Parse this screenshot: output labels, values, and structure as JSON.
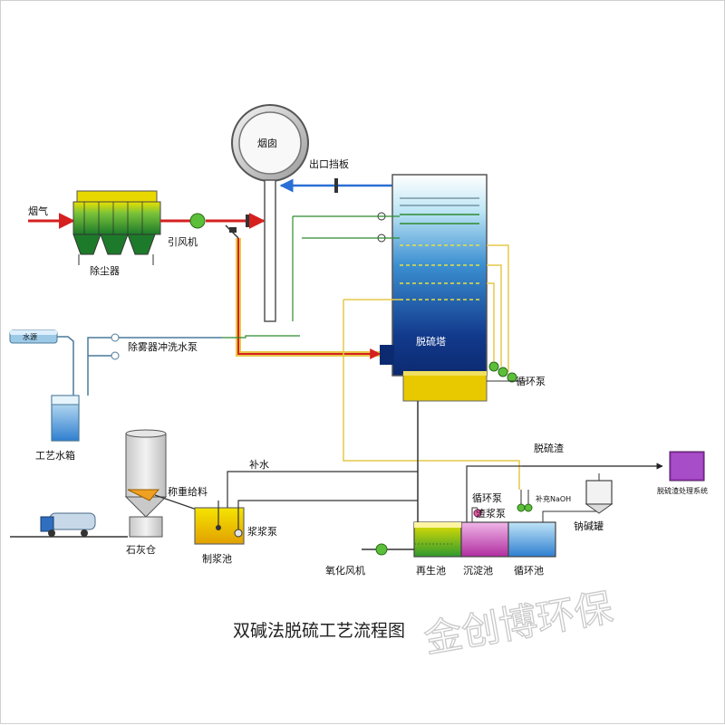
{
  "title": "双碱法脱硫工艺流程图",
  "watermark": "金创博环保",
  "labels": {
    "flue_gas": "烟气",
    "dust_collector": "除尘器",
    "induced_fan": "引风机",
    "chimney": "烟囱",
    "outlet_damper": "出口挡板",
    "tower": "脱硫塔",
    "circ_pump": "循环泵",
    "water_source": "水源",
    "demister_pump": "除雾器冲洗水泵",
    "process_tank": "工艺水箱",
    "lime_silo": "石灰仓",
    "feeder": "称重给料",
    "makeup_water": "补水",
    "slurry_pump": "浆浆泵",
    "slurry_tank": "制浆池",
    "sludge": "脱硫渣",
    "sludge_system": "脱硫渣处理系统",
    "circ_pump2": "循环泵",
    "sludge_pump": "渣浆泵",
    "naoh_makeup": "补充NaOH",
    "soda_tank": "钠碱罐",
    "oxidation_fan": "氧化风机",
    "regen_tank": "再生池",
    "settling_tank": "沉淀池",
    "circ_tank": "循环池"
  },
  "colors": {
    "gas_line": "#d62020",
    "slurry_line": "#e6c84a",
    "water_line": "#4a7a9a",
    "green_line": "#2e8b2e",
    "tower_blue": "#123a8c",
    "tower_yellow": "#e8c900"
  }
}
